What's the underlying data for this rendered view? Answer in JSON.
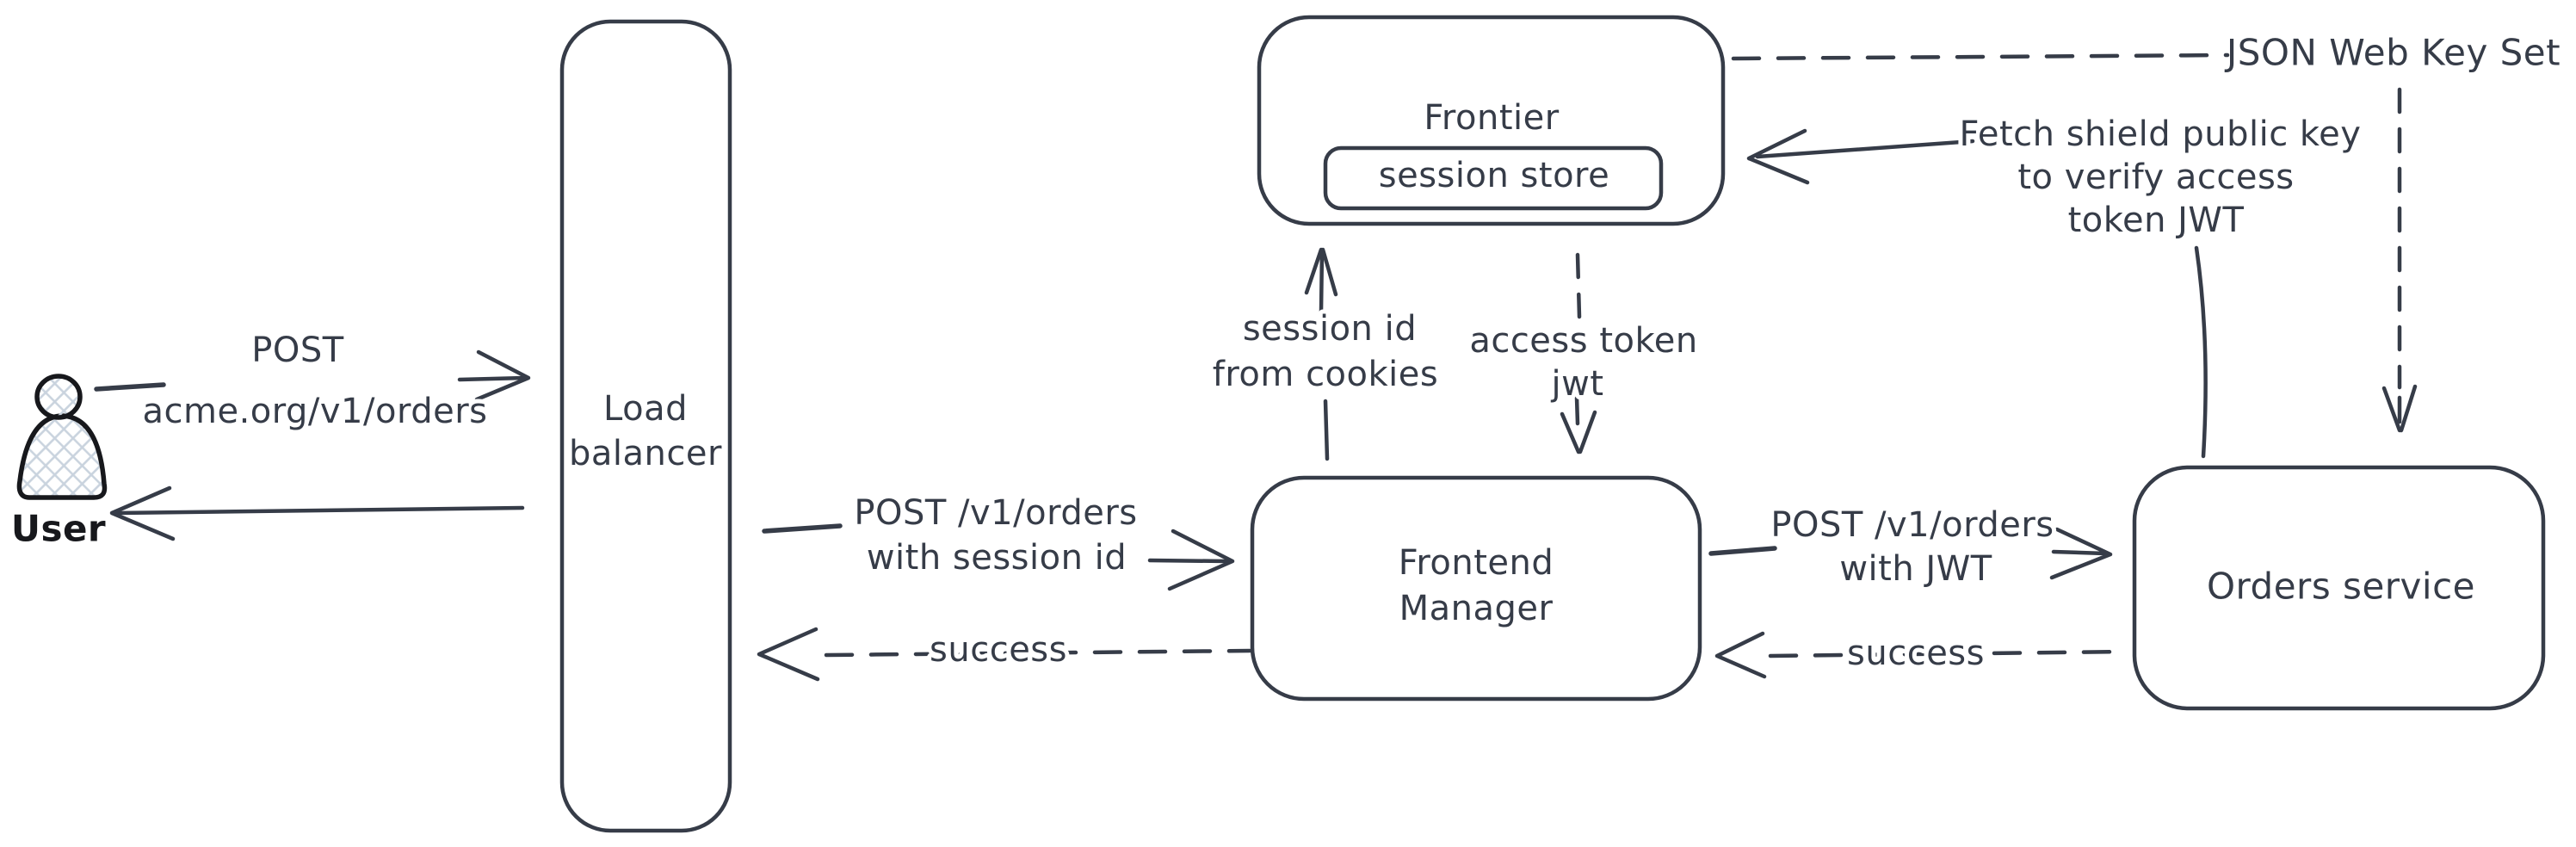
{
  "diagram": {
    "type": "hand-drawn-architecture-sketch",
    "colors": {
      "ink": "#363c48",
      "ink_dark": "#17181c",
      "hatch_fill": "#c9d3de",
      "background": "#ffffff"
    },
    "nodes": {
      "user": {
        "label": "User"
      },
      "load_balancer": {
        "line1": "Load",
        "line2": "balancer"
      },
      "frontier": {
        "label": "Frontier"
      },
      "session_store": {
        "label": "session store"
      },
      "frontend_manager": {
        "line1": "Frontend",
        "line2": "Manager"
      },
      "orders_service": {
        "label": "Orders service"
      },
      "json_web_key_set": {
        "label": "JSON Web Key Set"
      }
    },
    "edges": {
      "user_to_lb": {
        "line1": "POST",
        "line2": "acme.org/v1/orders",
        "style": "solid"
      },
      "lb_to_user": {
        "style": "solid"
      },
      "lb_to_fm": {
        "line1": "POST /v1/orders",
        "line2": "with session id",
        "style": "solid"
      },
      "fm_to_lb": {
        "label": "success",
        "style": "dashed"
      },
      "fm_to_frontier": {
        "line1": "session id",
        "line2": "from cookies",
        "style": "solid"
      },
      "frontier_to_fm": {
        "line1": "access token",
        "line2": "jwt",
        "style": "dashed"
      },
      "fm_to_orders": {
        "line1": "POST /v1/orders",
        "line2": "with JWT",
        "style": "solid"
      },
      "orders_to_fm": {
        "label": "success",
        "style": "dashed"
      },
      "orders_to_frontier": {
        "line1": "Fetch shield public key",
        "line2": "to verify access",
        "line3": "token JWT",
        "style": "solid"
      },
      "jwks_to_frontier": {
        "style": "dashed"
      },
      "jwks_to_orders": {
        "style": "dashed"
      }
    }
  }
}
